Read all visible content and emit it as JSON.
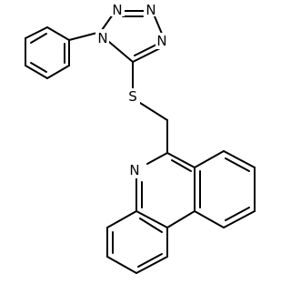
{
  "molecule": {
    "atoms": {
      "n_tetrazole_1": "N",
      "n_tetrazole_2": "N",
      "n_tetrazole_3": "N",
      "n_tetrazole_4": "N",
      "sulfur": "S",
      "n_phenanthridine": "N"
    }
  }
}
